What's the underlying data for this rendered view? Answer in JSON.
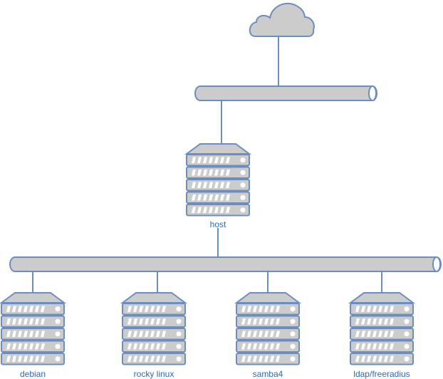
{
  "diagram": {
    "colors": {
      "stroke": "#6c8ebf",
      "fill": "#cccccc",
      "label": "#2a6ab8",
      "stripe": "#ffffff"
    },
    "cloud": {
      "name": "internet",
      "icon": "cloud-icon"
    },
    "buses": [
      {
        "name": "upstream-bus",
        "icon": "network-bus-icon"
      },
      {
        "name": "internal-bus",
        "icon": "network-bus-icon"
      }
    ],
    "nodes": [
      {
        "id": "host",
        "label": "host",
        "icon": "server-rack-icon"
      },
      {
        "id": "debian",
        "label": "debian",
        "icon": "server-rack-icon"
      },
      {
        "id": "rocky",
        "label": "rocky linux",
        "icon": "server-rack-icon"
      },
      {
        "id": "samba",
        "label": "samba4",
        "icon": "server-rack-icon"
      },
      {
        "id": "ldap",
        "label": "ldap/freeradius",
        "icon": "server-rack-icon"
      }
    ],
    "links": [
      {
        "from": "internet",
        "to": "upstream-bus"
      },
      {
        "from": "upstream-bus",
        "to": "host"
      },
      {
        "from": "host",
        "to": "internal-bus"
      },
      {
        "from": "internal-bus",
        "to": "debian"
      },
      {
        "from": "internal-bus",
        "to": "rocky"
      },
      {
        "from": "internal-bus",
        "to": "samba"
      },
      {
        "from": "internal-bus",
        "to": "ldap"
      }
    ]
  }
}
